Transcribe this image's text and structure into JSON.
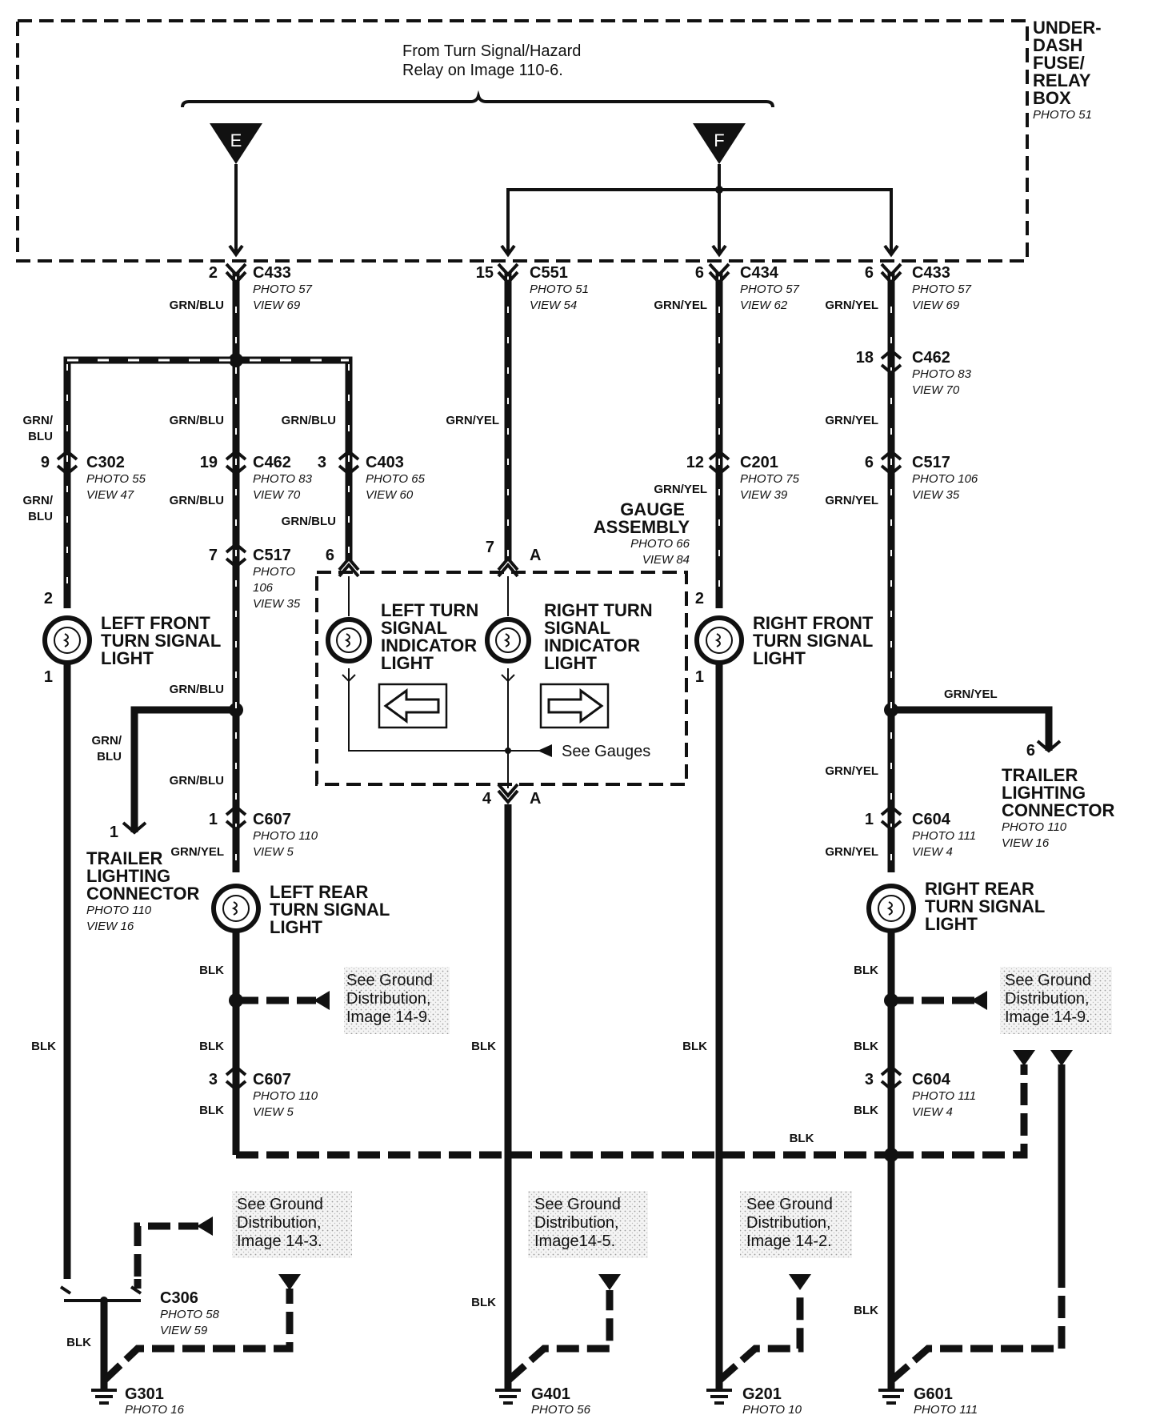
{
  "fuse_box": {
    "title_lines": [
      "UNDER-",
      "DASH",
      "FUSE/",
      "RELAY",
      "BOX"
    ],
    "photo": "PHOTO 51",
    "source_lines": [
      "From Turn Signal/Hazard",
      "Relay on Image 110-6."
    ],
    "terminal_e": "E",
    "terminal_f": "F"
  },
  "connectors": {
    "c433a": {
      "pin": "2",
      "name": "C433",
      "photo": "PHOTO 57",
      "view": "VIEW 69"
    },
    "c551": {
      "pin": "15",
      "name": "C551",
      "photo": "PHOTO 51",
      "view": "VIEW 54"
    },
    "c434": {
      "pin": "6",
      "name": "C434",
      "photo": "PHOTO 57",
      "view": "VIEW 62"
    },
    "c433b": {
      "pin": "6",
      "name": "C433",
      "photo": "PHOTO 57",
      "view": "VIEW 69"
    },
    "c462r": {
      "pin": "18",
      "name": "C462",
      "photo": "PHOTO 83",
      "view": "VIEW 70"
    },
    "c302": {
      "pin": "9",
      "name": "C302",
      "photo": "PHOTO 55",
      "view": "VIEW 47"
    },
    "c462l": {
      "pin": "19",
      "name": "C462",
      "photo": "PHOTO 83",
      "view": "VIEW 70"
    },
    "c403": {
      "pin": "3",
      "name": "C403",
      "photo": "PHOTO 65",
      "view": "VIEW 60"
    },
    "c201": {
      "pin": "12",
      "name": "C201",
      "photo": "PHOTO 75",
      "view": "VIEW 39"
    },
    "c517r": {
      "pin": "6",
      "name": "C517",
      "photo": "PHOTO 106",
      "view": "VIEW 35"
    },
    "c517l": {
      "pin": "7",
      "name": "C517",
      "photo": "PHOTO",
      "photo2": "106",
      "view": "VIEW 35"
    },
    "c607a": {
      "pin": "1",
      "name": "C607",
      "photo": "PHOTO 110",
      "view": "VIEW 5"
    },
    "c604a": {
      "pin": "1",
      "name": "C604",
      "photo": "PHOTO 111",
      "view": "VIEW 4"
    },
    "c607b": {
      "pin": "3",
      "name": "C607",
      "photo": "PHOTO 110",
      "view": "VIEW 5"
    },
    "c604b": {
      "pin": "3",
      "name": "C604",
      "photo": "PHOTO 111",
      "view": "VIEW 4"
    },
    "c306": {
      "name": "C306",
      "photo": "PHOTO 58",
      "view": "VIEW 59"
    }
  },
  "wires": {
    "grn_blu": "GRN/BLU",
    "grn_yel": "GRN/YEL",
    "grn_slash": "GRN/",
    "blu": "BLU",
    "blk": "BLK"
  },
  "gauge": {
    "title_lines": [
      "GAUGE",
      "ASSEMBLY"
    ],
    "photo": "PHOTO 66",
    "view": "VIEW 84",
    "pin_top_left": "6",
    "pin_top_mid": "7",
    "pin_top_a": "A",
    "pin_bottom": "4",
    "pin_bottom_a": "A",
    "left_indicator": [
      "LEFT TURN",
      "SIGNAL",
      "INDICATOR",
      "LIGHT"
    ],
    "right_indicator": [
      "RIGHT TURN",
      "SIGNAL",
      "INDICATOR",
      "LIGHT"
    ],
    "see_gauges": "See Gauges"
  },
  "lights": {
    "left_front": {
      "lines": [
        "LEFT FRONT",
        "TURN SIGNAL",
        "LIGHT"
      ],
      "pin_top": "2",
      "pin_bottom": "1"
    },
    "right_front": {
      "lines": [
        "RIGHT FRONT",
        "TURN SIGNAL",
        "LIGHT"
      ],
      "pin_top": "2",
      "pin_bottom": "1"
    },
    "left_rear": {
      "lines": [
        "LEFT REAR",
        "TURN SIGNAL",
        "LIGHT"
      ]
    },
    "right_rear": {
      "lines": [
        "RIGHT REAR",
        "TURN SIGNAL",
        "LIGHT"
      ]
    }
  },
  "trailer": {
    "left": {
      "pin": "1",
      "lines": [
        "TRAILER",
        "LIGHTING",
        "CONNECTOR"
      ],
      "photo": "PHOTO 110",
      "view": "VIEW 16"
    },
    "right": {
      "pin": "6",
      "lines": [
        "TRAILER",
        "LIGHTING",
        "CONNECTOR"
      ],
      "photo": "PHOTO 110",
      "view": "VIEW 16"
    }
  },
  "notes": {
    "gd_14_9_left": [
      "See Ground",
      "Distribution,",
      "Image 14-9."
    ],
    "gd_14_9_right": [
      "See Ground",
      "Distribution,",
      "Image 14-9."
    ],
    "gd_14_3": [
      "See Ground",
      "Distribution,",
      "Image 14-3."
    ],
    "gd_14_5": [
      "See Ground",
      "Distribution,",
      "Image14-5."
    ],
    "gd_14_2": [
      "See Ground",
      "Distribution,",
      "Image 14-2."
    ]
  },
  "grounds": {
    "g301": {
      "name": "G301",
      "photo": "PHOTO 16"
    },
    "g401": {
      "name": "G401",
      "photo": "PHOTO 56"
    },
    "g201": {
      "name": "G201",
      "photo": "PHOTO 10"
    },
    "g601": {
      "name": "G601",
      "photo": "PHOTO 111"
    }
  }
}
